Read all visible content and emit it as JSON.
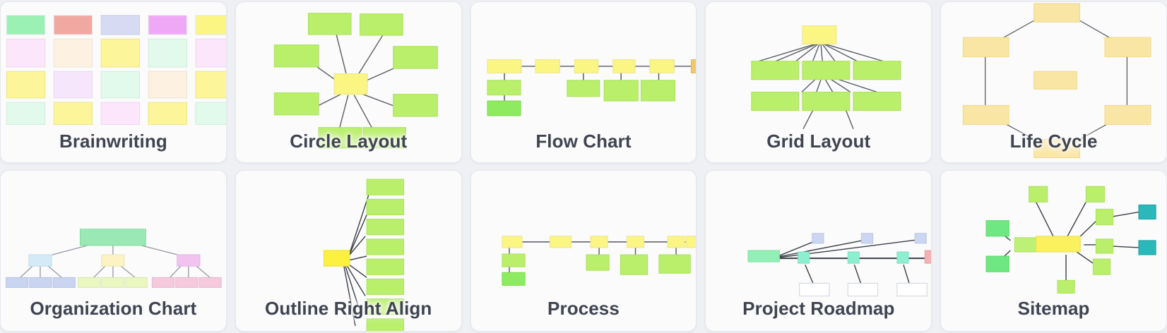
{
  "gallery": {
    "background": "#eef0f4",
    "card_background": "#fbfbfc",
    "card_border": "#e6e8ee",
    "label_color": "#3f4450",
    "columns": 5,
    "rows": 2,
    "templates": [
      {
        "id": "brainwriting",
        "label": "Brainwriting",
        "type": "sticky-note-grid",
        "grid": {
          "columns": 5,
          "rows": 4
        },
        "note_colors": [
          [
            "#9bf0b4",
            "#f0a8a0",
            "#d7daf3",
            "#efa8f5",
            "#fbf584"
          ],
          [
            "#fbe6fb",
            "#fdf2e2",
            "#fcf59a",
            "#e2faec",
            "#fbe6fb"
          ],
          [
            "#fcf59a",
            "#f6e6fb",
            "#e2faec",
            "#fdf2e2",
            "#fcf59a"
          ],
          [
            "#e2faec",
            "#fcf59a",
            "#fbe6fb",
            "#fcf59a",
            "#e2faec"
          ]
        ]
      },
      {
        "id": "circle-layout",
        "label": "Circle Layout",
        "type": "radial",
        "center_color": "#fbf584",
        "leaf_color": "#b9ef6b",
        "edge_color": "#555a60",
        "spokes": 8
      },
      {
        "id": "flow-chart",
        "label": "Flow Chart",
        "type": "horizontal-flow",
        "spine_color": "#fbf584",
        "child_color": "#b9ef6b",
        "end_color": "#f3c866",
        "edge_color": "#555a60",
        "spine_nodes": 5,
        "end_nodes": 1
      },
      {
        "id": "grid-layout",
        "label": "Grid Layout",
        "type": "fan-grid",
        "root_color": "#fbf584",
        "cell_color": "#b9ef6b",
        "edge_color": "#555a60",
        "grid": {
          "columns": 3,
          "rows": 2
        }
      },
      {
        "id": "life-cycle",
        "label": "Life Cycle",
        "type": "cycle-ring",
        "node_color": "#fae6a4",
        "center_color": "#fae6a4",
        "edge_color": "#555a60",
        "ring_nodes": 6
      },
      {
        "id": "organization-chart",
        "label": "Organization Chart",
        "type": "tree",
        "root_color": "#9ae8b4",
        "branch_colors": [
          "#d4ebf7",
          "#fbf3c4",
          "#f0c4ee"
        ],
        "leaf_colors": [
          "#c9d4f0",
          "#c9d4f0",
          "#c9d4f0",
          "#eaf7c0",
          "#eaf7c0",
          "#eaf7c0",
          "#f6c9dd",
          "#f6c9dd",
          "#f6c9dd"
        ],
        "edge_color": "#8d9199",
        "levels": 3
      },
      {
        "id": "outline-right-align",
        "label": "Outline Right Align",
        "type": "outline-fan",
        "root_color": "#fbf13e",
        "item_color": "#b9ef6b",
        "edge_color": "#3a3f46",
        "items": 8
      },
      {
        "id": "process",
        "label": "Process",
        "type": "horizontal-flow",
        "spine_color": "#fbf584",
        "child_color": "#b9ef6b",
        "edge_color": "#555a60",
        "spine_nodes": 6
      },
      {
        "id": "project-roadmap",
        "label": "Project Roadmap",
        "type": "roadmap",
        "start_color": "#92efb6",
        "milestone_color": "#8defd0",
        "task_color": "#ccd6f2",
        "end_color": "#f3b2b2",
        "card_color": "#ffffff",
        "edge_color": "#3a3f46",
        "milestones": 3,
        "tasks": 3
      },
      {
        "id": "sitemap",
        "label": "Sitemap",
        "type": "mind-map",
        "root_color": "#fbf05e",
        "node_color": "#b9ef6b",
        "accent_color": "#6ee0c8",
        "teal_color": "#2bb8b8",
        "edge_color": "#3a3f46",
        "branches": 8
      }
    ]
  }
}
